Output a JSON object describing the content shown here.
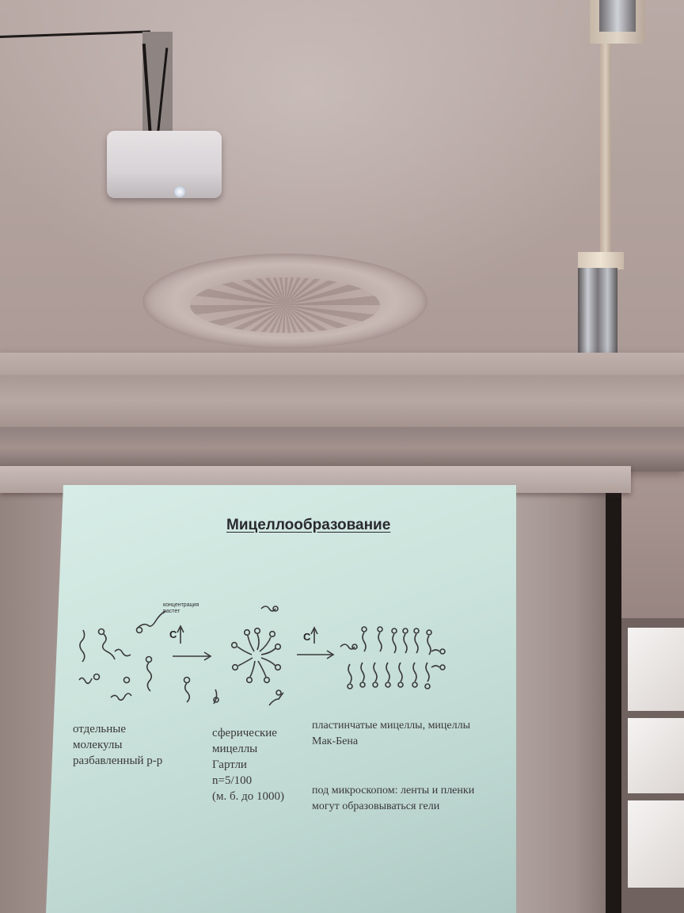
{
  "slide": {
    "title": "Мицеллообразование",
    "annotation_top": "концентрация растет",
    "arrow_label_1": "C",
    "arrow_label_2": "C",
    "col1": {
      "line1": "отдельные",
      "line2": "молекулы",
      "line3": "разбавленный р-р"
    },
    "col2": {
      "line1": "сферические",
      "line2": "мицеллы",
      "line3": "Гартли",
      "line4": "n=5/100",
      "line5": "(м. б. до 1000)"
    },
    "col3": {
      "line1": "пластинчатые  мицеллы,  мицеллы",
      "line2": "Мак-Бена",
      "line3": "под микроскопом: ленты и пленки",
      "line4": "могут образовываться гели"
    }
  },
  "colors": {
    "screen": "#cfe6df",
    "wall": "#ad9c98",
    "ink": "#333333"
  }
}
